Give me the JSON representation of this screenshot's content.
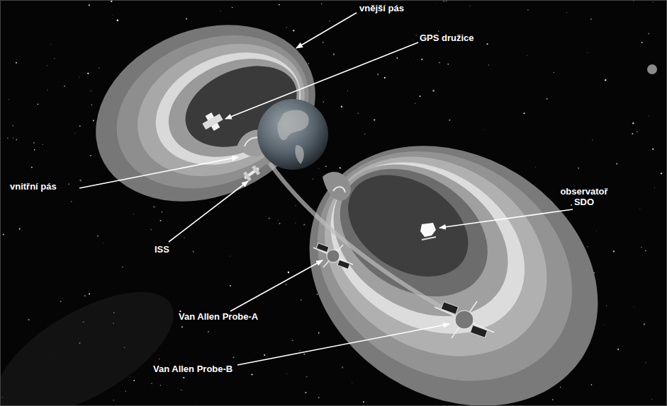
{
  "diagram": {
    "labels": [
      "vnější pás",
      "GPS družice",
      "vnitřní pás",
      "ISS",
      "observatoř SDO",
      "Van Allen Probe-A",
      "Van Allen Probe-B"
    ]
  }
}
